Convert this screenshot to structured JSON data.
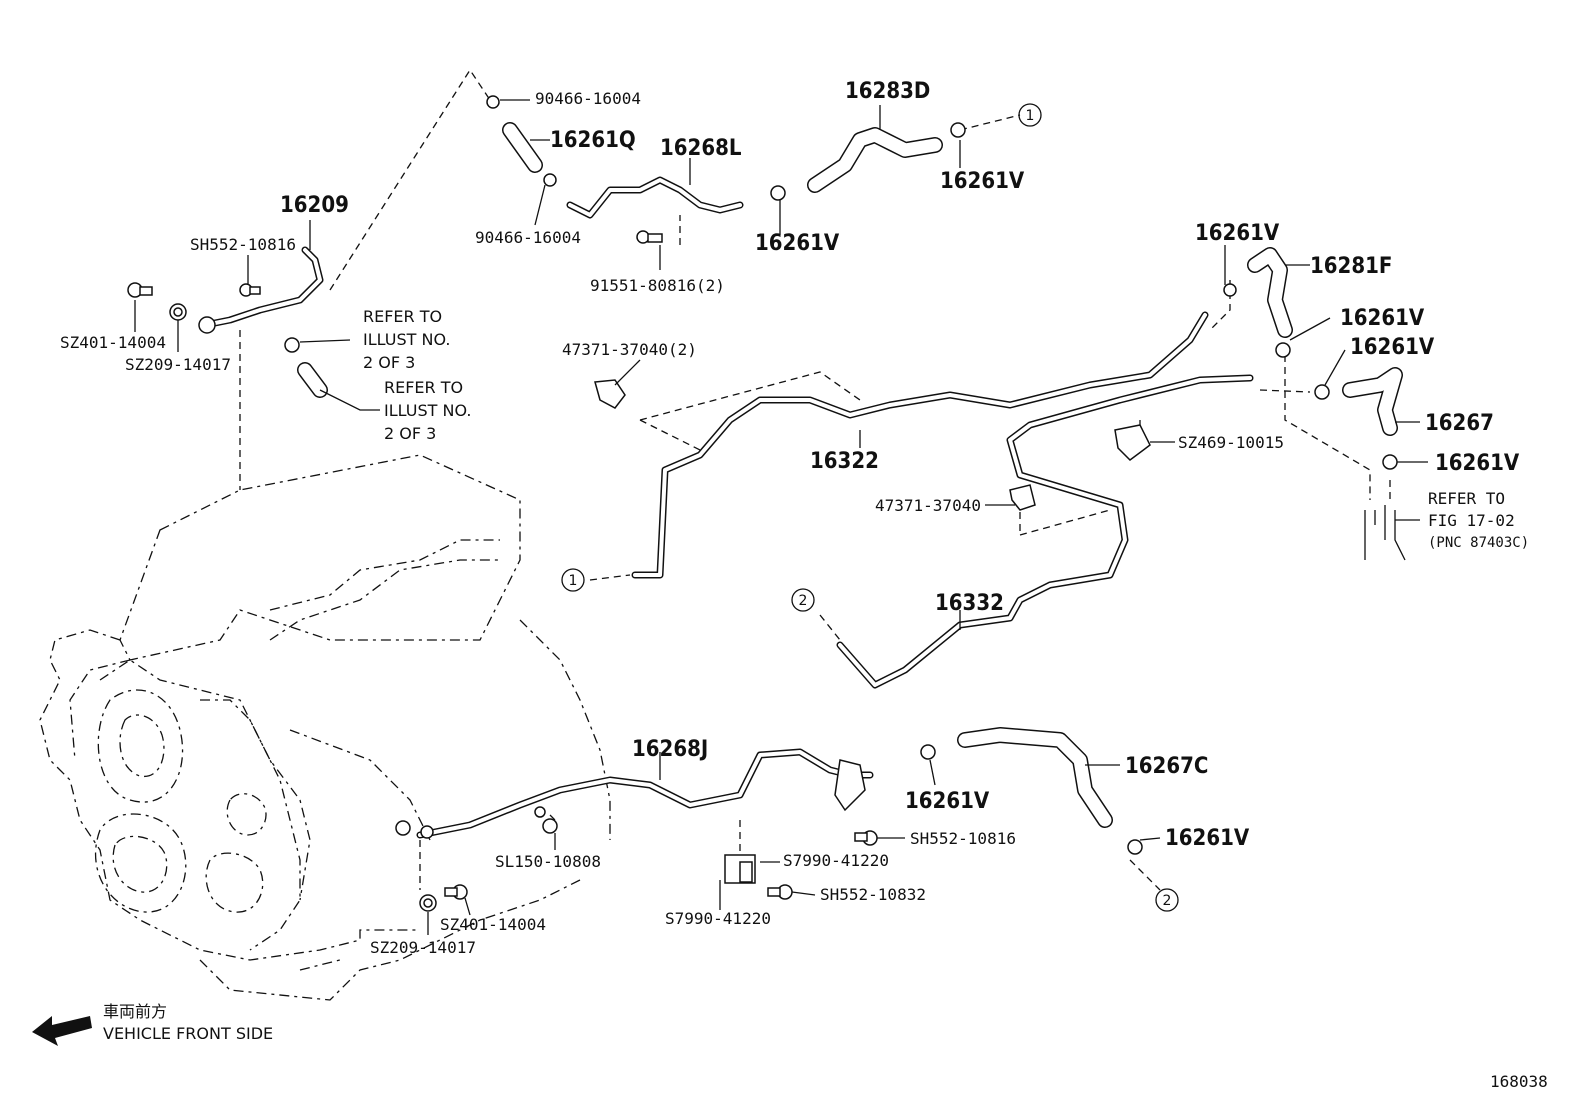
{
  "diagram": {
    "id_number": "168038",
    "direction_jp": "車両前方",
    "direction_en": "VEHICLE FRONT SIDE",
    "circle_refs": {
      "one": "1",
      "two": "2"
    },
    "refer_notes": {
      "illust_a": {
        "line1": "REFER TO",
        "line2": "ILLUST NO.",
        "line3": "2 OF 3"
      },
      "illust_b": {
        "line1": "REFER TO",
        "line2": "ILLUST NO.",
        "line3": "2 OF 3"
      },
      "fig": {
        "line1": "REFER TO",
        "line2": "FIG 17-02",
        "line3": "(PNC 87403C)"
      }
    },
    "labels": {
      "p90466_top": "90466-16004",
      "p16261Q": "16261Q",
      "p16283D": "16283D",
      "p16268L": "16268L",
      "p90466_mid": "90466-16004",
      "p91551": "91551-80816(2)",
      "p16261V_a": "16261V",
      "p16261V_b": "16261V",
      "p16209": "16209",
      "pSH552_top": "SH552-10816",
      "pSZ401_top": "SZ401-14004",
      "pSZ209_top": "SZ209-14017",
      "p16261V_c": "16261V",
      "p16281F": "16281F",
      "p16261V_d": "16261V",
      "p16261V_e": "16261V",
      "p16267": "16267",
      "p16261V_f": "16261V",
      "p47371_2": "47371-37040(2)",
      "p16322": "16322",
      "pSZ469": "SZ469-10015",
      "p47371": "47371-37040",
      "p16332": "16332",
      "p16268J": "16268J",
      "p16261V_g": "16261V",
      "p16267C": "16267C",
      "pSH552_mid": "SH552-10816",
      "p16261V_h": "16261V",
      "pSL150": "SL150-10808",
      "pS7990_a": "S7990-41220",
      "pSH552_low": "SH552-10832",
      "pS7990_b": "S7990-41220",
      "pSZ401_low": "SZ401-14004",
      "pSZ209_low": "SZ209-14017"
    }
  }
}
